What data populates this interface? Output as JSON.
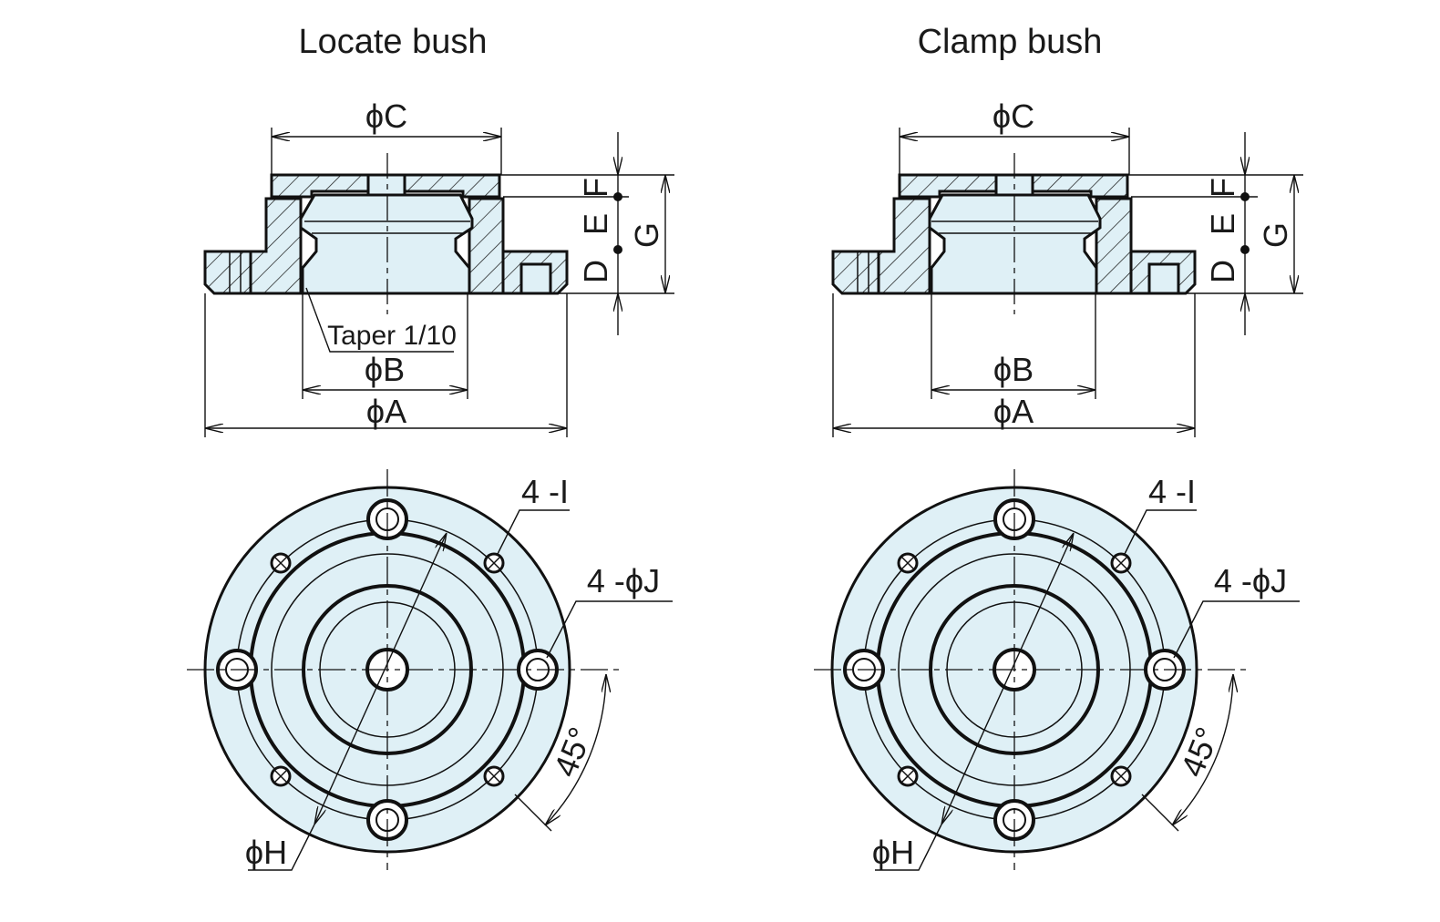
{
  "locate": {
    "title": "Locate bush",
    "label_c": "ϕC",
    "label_b": "ϕB",
    "label_a": "ϕA",
    "label_d": "D",
    "label_e": "E",
    "label_f": "F",
    "label_g": "G",
    "taper": "Taper 1/10",
    "holes_i": "4 -I",
    "holes_j": "4 -ϕJ",
    "angle": "45°",
    "label_h": "ϕH"
  },
  "clamp": {
    "title": "Clamp bush",
    "label_c": "ϕC",
    "label_b": "ϕB",
    "label_a": "ϕA",
    "label_d": "D",
    "label_e": "E",
    "label_f": "F",
    "label_g": "G",
    "holes_i": "4 -I",
    "holes_j": "4 -ϕJ",
    "angle": "45°",
    "label_h": "ϕH"
  },
  "colors": {
    "fill": "#dff0f6",
    "line": "#111111"
  }
}
